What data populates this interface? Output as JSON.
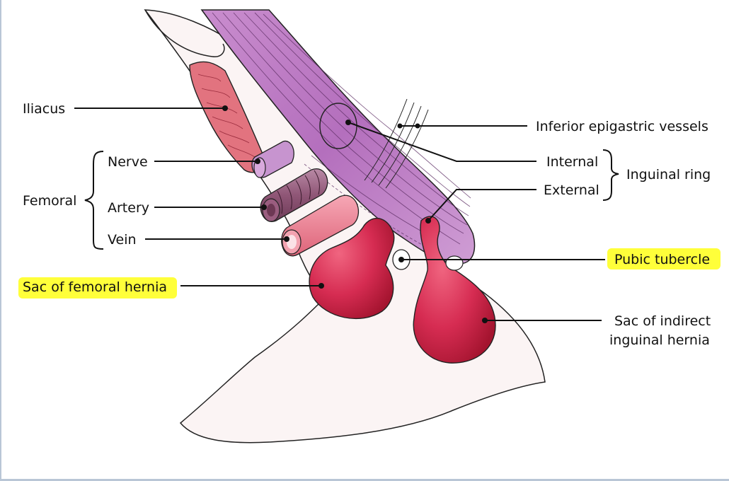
{
  "labels": {
    "iliacus": "Iliacus",
    "femoral": "Femoral",
    "nerve": "Nerve",
    "artery": "Artery",
    "vein": "Vein",
    "sac_femoral": "Sac of femoral hernia",
    "inferior_epigastric": "Inferior epigastric vessels",
    "internal": "Internal",
    "external": "External",
    "inguinal_ring": "Inguinal ring",
    "pubic_tubercle": "Pubic tubercle",
    "sac_indirect_line1": "Sac of indirect",
    "sac_indirect_line2": "inguinal hernia"
  },
  "colors": {
    "highlight": "#ffff3a",
    "hernia_sac": "#cf2a4d",
    "muscle_purple": "#b874bf",
    "iliacus": "#e2737f",
    "bone": "#fbf4f4"
  }
}
